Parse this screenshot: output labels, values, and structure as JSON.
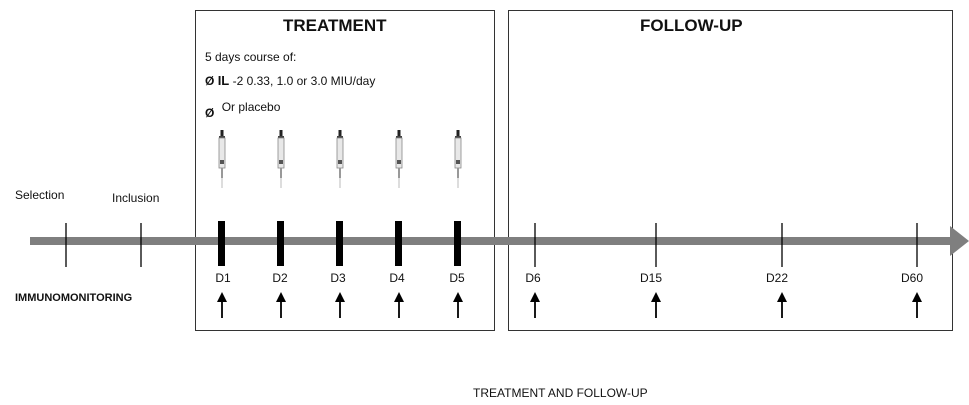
{
  "treatment_box": {
    "title": "TREATMENT",
    "course_label": "5 days course of:",
    "option1_bullet": "Ø",
    "option1_drug": "IL",
    "option1_dose": "-2   0.33, 1.0 or 3.0 MIU/day",
    "option2_bullet": "Ø",
    "option2_text": "Or placebo"
  },
  "followup_box": {
    "title": "FOLLOW-UP"
  },
  "timeline": {
    "pre_labels": [
      "Selection",
      "Inclusion"
    ],
    "day_labels": [
      "D1",
      "D2",
      "D3",
      "D4",
      "D5",
      "D6",
      "D15",
      "D22",
      "D60"
    ]
  },
  "row_label": "IMMUNOMONITORING",
  "caption": "TREATMENT AND FOLLOW-UP",
  "colors": {
    "timeline_bar": "#7f7f7f",
    "tick": "#000000",
    "box_border": "#333333"
  },
  "icons": {
    "syringe": "syringe-icon",
    "arrow": "arrow-up-icon"
  }
}
